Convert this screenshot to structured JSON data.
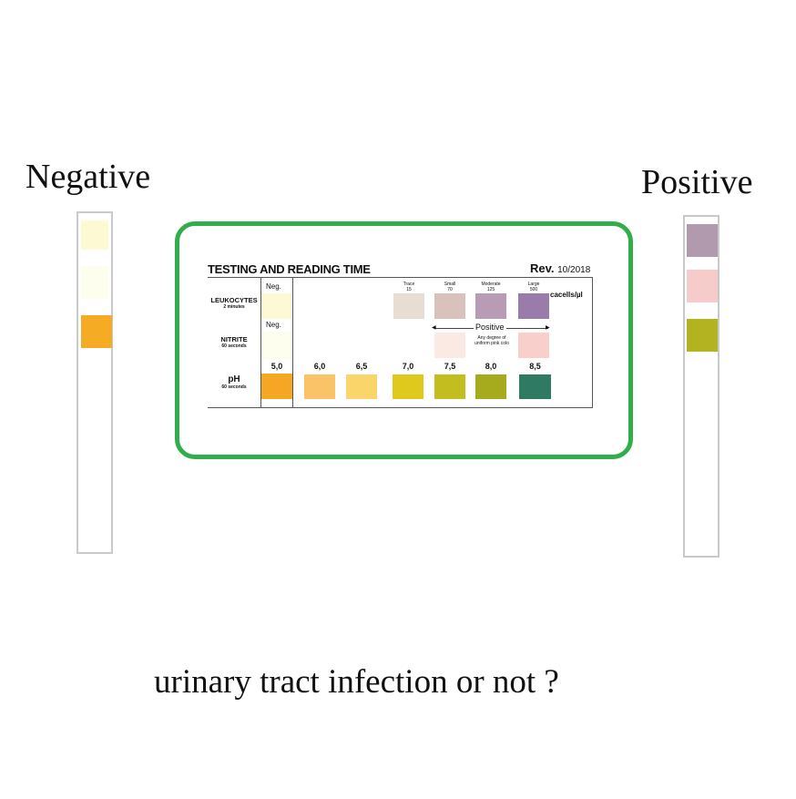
{
  "labels": {
    "negative": "Negative",
    "positive": "Positive",
    "question": "urinary tract infection or not ?"
  },
  "negative_strip_pads": [
    "#fdf9d2",
    "#fefeee",
    "#f5ab24"
  ],
  "positive_strip_pads": [
    "#b19aad",
    "#f6cccb",
    "#b3b321"
  ],
  "frame_color": "#2fae4a",
  "chart": {
    "title": "TESTING AND READING TIME",
    "rev_label": "Rev.",
    "rev_date": "10/2018",
    "leukocytes": {
      "name": "LEUKOCYTES",
      "time": "2 minutes",
      "neg": "Neg.",
      "levels": [
        {
          "name": "Trace",
          "value": "15",
          "color": "#e8ddd2"
        },
        {
          "name": "Small",
          "value": "70",
          "color": "#d9c2bc"
        },
        {
          "name": "Moderate",
          "value": "125",
          "color": "#b89cb5"
        },
        {
          "name": "Large",
          "value": "500",
          "color": "#9a7cac"
        }
      ],
      "unit": "cacells/µl",
      "neg_color": "#fdf9d2"
    },
    "nitrite": {
      "name": "NITRITE",
      "time": "60 seconds",
      "neg": "Neg.",
      "positive_label": "Positive",
      "note_line1": "Any degree of",
      "note_line2": "uniform pink colo",
      "colors": [
        "#fbe9e4",
        "#f9cfcc"
      ],
      "neg_color": "#fefeee"
    },
    "ph": {
      "name": "pH",
      "time": "60 seconds",
      "values": [
        "5,0",
        "6,0",
        "6,5",
        "7,0",
        "7,5",
        "8,0",
        "8,5"
      ],
      "colors": [
        "#f5a623",
        "#fbc368",
        "#f9d56a",
        "#e0c91d",
        "#c4bd20",
        "#a6ab1d",
        "#2f7a63"
      ]
    }
  }
}
